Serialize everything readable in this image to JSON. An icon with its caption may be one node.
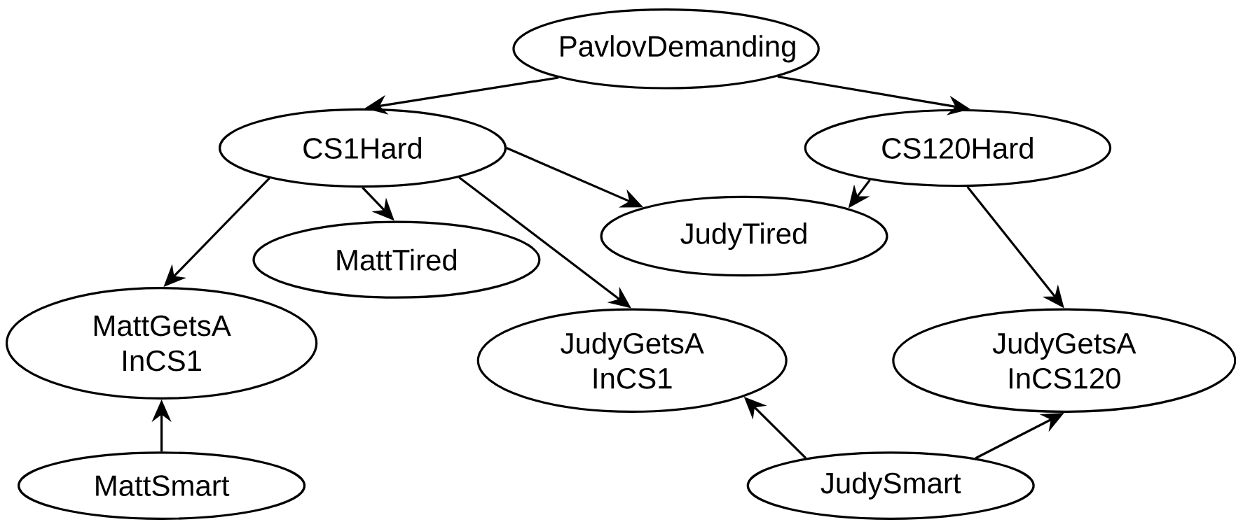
{
  "diagram": {
    "nodes": [
      {
        "text": [
          "PavlovDemanding"
        ]
      },
      {
        "text": [
          "CS1Hard"
        ]
      },
      {
        "text": [
          "CS120Hard"
        ]
      },
      {
        "text": [
          "MattTired"
        ]
      },
      {
        "text": [
          "JudyTired"
        ]
      },
      {
        "text": [
          "MattGetsA InCS1"
        ]
      },
      {
        "text": [
          "JudyGetsA InCS1"
        ]
      },
      {
        "text": [
          "JudyGetsA InCS120"
        ]
      },
      {
        "text": [
          "MattSmart"
        ]
      },
      {
        "text": [
          "JudySmart"
        ]
      }
    ],
    "edges": [
      {
        "from": 0,
        "to": 1,
        "arrow": "to"
      },
      {
        "from": 0,
        "to": 2,
        "arrow": "to"
      },
      {
        "from": 1,
        "to": 4,
        "arrow": "to"
      },
      {
        "from": 1,
        "to": 5,
        "arrow": "to"
      },
      {
        "from": 1,
        "to": 3,
        "arrow": "to"
      },
      {
        "from": 1,
        "to": 6,
        "arrow": "to"
      },
      {
        "from": 2,
        "to": 4,
        "arrow": "to"
      },
      {
        "from": 2,
        "to": 7,
        "arrow": "to"
      },
      {
        "from": 8,
        "to": 5,
        "arrow": "to"
      },
      {
        "from": 9,
        "to": 6,
        "arrow": "to"
      },
      {
        "from": 9,
        "to": 7,
        "arrow": "to"
      }
    ]
  }
}
